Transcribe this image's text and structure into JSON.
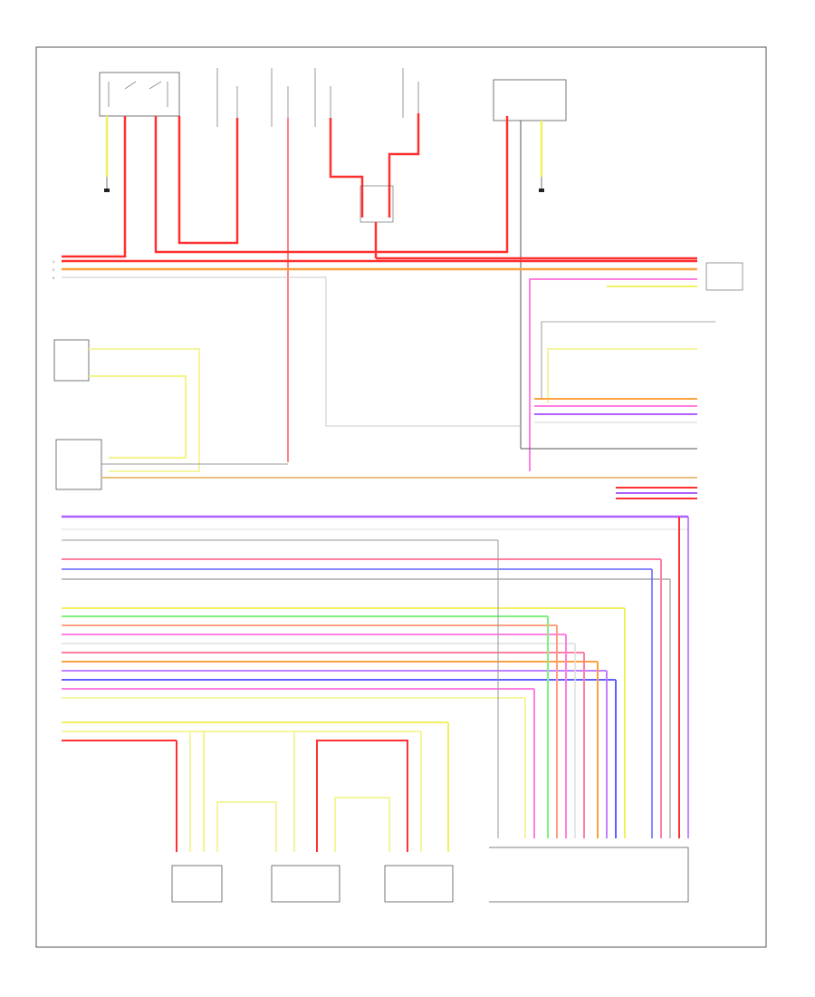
{
  "diagram": {
    "page_label": "",
    "colors": {
      "red": "#ff3030",
      "orange": "#ffa040",
      "yellow": "#f0f060",
      "lightyellow": "#f5f5a0",
      "green": "#80f080",
      "pink": "#ff80e0",
      "violet": "#b060ff",
      "blue": "#6060ff",
      "lightblue": "#80c0ff",
      "grey": "#999999",
      "darkgrey": "#555555",
      "black": "#222222",
      "frame": "#555555"
    },
    "components": [
      {
        "name": "top-left-relay",
        "label": ""
      },
      {
        "name": "fuse-1",
        "label": ""
      },
      {
        "name": "fuse-2",
        "label": ""
      },
      {
        "name": "fuse-3",
        "label": ""
      },
      {
        "name": "fuse-4",
        "label": ""
      },
      {
        "name": "top-right-module",
        "label": ""
      },
      {
        "name": "left-sensor",
        "label": ""
      },
      {
        "name": "left-module",
        "label": ""
      },
      {
        "name": "bottom-sensor-1",
        "label": ""
      },
      {
        "name": "bottom-sensor-2",
        "label": ""
      },
      {
        "name": "bottom-sensor-3",
        "label": ""
      },
      {
        "name": "bottom-right-module",
        "label": ""
      }
    ]
  }
}
